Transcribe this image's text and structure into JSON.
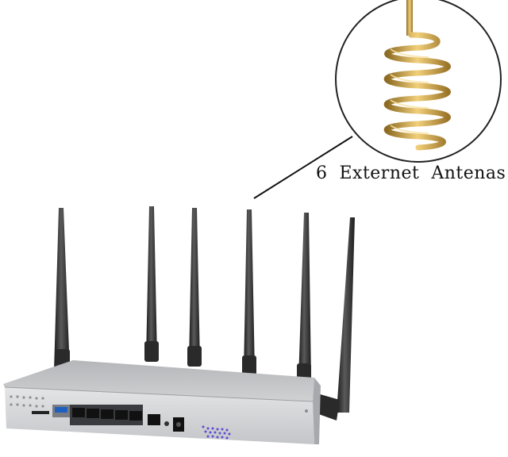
{
  "caption": "6  Externet  Antenas",
  "product": {
    "antenna_count": 6,
    "lan_ports": 5,
    "usb_ports": 1
  },
  "colors": {
    "antenna": "#2c2c2c",
    "chassis_top": "#bfc1c4",
    "chassis_front": "#d7d8da",
    "coil": "#c9a24a",
    "port_blue": "#1f5fbf"
  }
}
